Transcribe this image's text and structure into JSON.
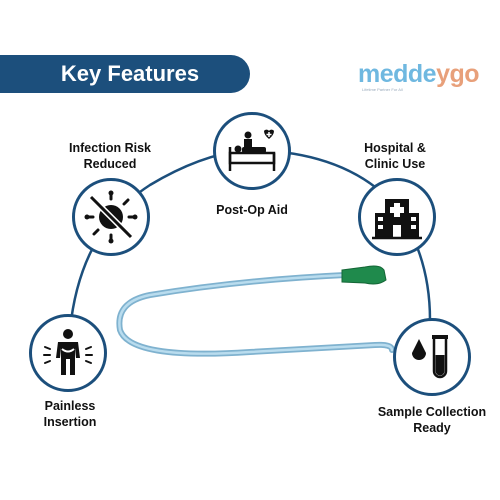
{
  "banner": {
    "title": "Key Features"
  },
  "brand": {
    "name_part1": "medde",
    "name_part2": "ygo",
    "tagline": "Lifetime Partner For All"
  },
  "features": {
    "infection": {
      "line1": "Infection Risk",
      "line2": "Reduced",
      "icon": "no-virus-icon"
    },
    "postop": {
      "line1": "Post-Op Aid",
      "icon": "patient-bed-icon"
    },
    "hospital": {
      "line1": "Hospital &",
      "line2": "Clinic Use",
      "icon": "hospital-building-icon"
    },
    "painless": {
      "line1": "Painless",
      "line2": "Insertion",
      "icon": "person-pain-icon"
    },
    "sample": {
      "line1": "Sample Collection",
      "line2": "Ready",
      "icon": "test-tube-drop-icon"
    }
  },
  "colors": {
    "navy": "#1c4f7c",
    "catheter": "#8fc3dd",
    "connector": "#1f8a4c"
  }
}
